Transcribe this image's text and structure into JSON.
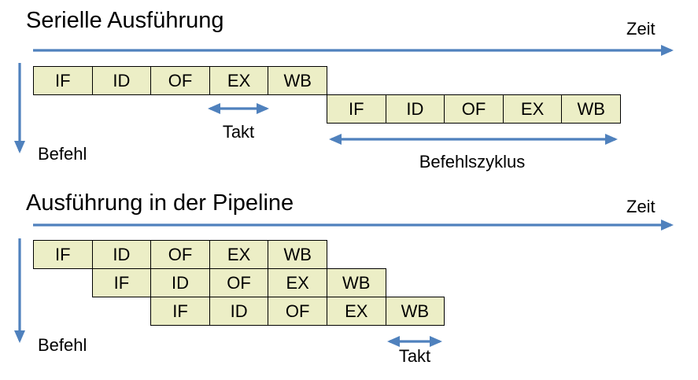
{
  "colors": {
    "arrow": "#4f81bd",
    "box_fill": "#eceec6",
    "box_border": "#000000",
    "text": "#000000"
  },
  "serial": {
    "title": "Serielle Ausführung",
    "zeit_label": "Zeit",
    "befehl_label": "Befehl",
    "takt_label": "Takt",
    "befehlszyklus_label": "Befehlszyklus",
    "rows": [
      [
        "IF",
        "ID",
        "OF",
        "EX",
        "WB"
      ],
      [
        "IF",
        "ID",
        "OF",
        "EX",
        "WB"
      ]
    ]
  },
  "pipeline": {
    "title": "Ausführung in der Pipeline",
    "zeit_label": "Zeit",
    "befehl_label": "Befehl",
    "takt_label": "Takt",
    "rows": [
      [
        "IF",
        "ID",
        "OF",
        "EX",
        "WB"
      ],
      [
        "IF",
        "ID",
        "OF",
        "EX",
        "WB"
      ],
      [
        "IF",
        "ID",
        "OF",
        "EX",
        "WB"
      ]
    ]
  }
}
